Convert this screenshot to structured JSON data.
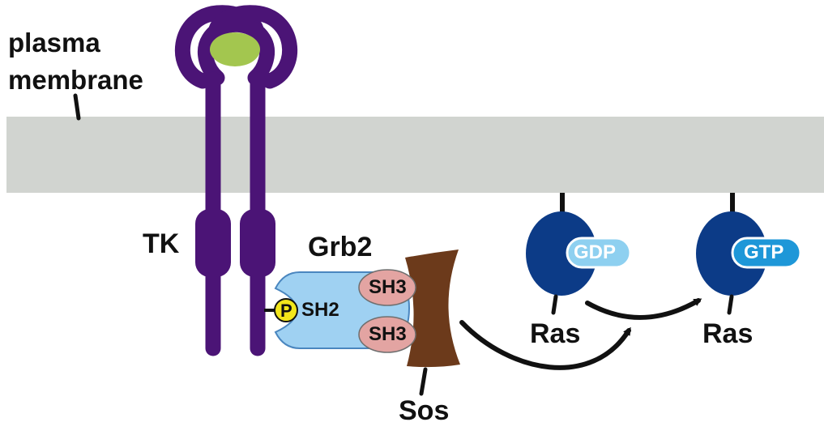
{
  "labels": {
    "plasma": "plasma",
    "membrane": "membrane",
    "tk": "TK",
    "grb2": "Grb2",
    "sh2": "SH2",
    "sh3_top": "SH3",
    "sh3_bottom": "SH3",
    "phospho": "P",
    "sos": "Sos",
    "ras_gdp": "Ras",
    "ras_gtp": "Ras",
    "gdp": "GDP",
    "gtp": "GTP"
  },
  "colors": {
    "membrane": "#d1d4d0",
    "receptor": "#4b1476",
    "ligand": "#a3c64f",
    "grb2_body": "#9fd1f2",
    "grb2_outline": "#4a86bf",
    "sh3": "#e3a4a2",
    "phospho": "#f2e61b",
    "sos": "#6c3a1b",
    "ras": "#0c3b87",
    "gdp_fill": "#8ed0f0",
    "gtp_fill": "#1e97d8",
    "arrow": "#111111",
    "text": "#111111"
  }
}
